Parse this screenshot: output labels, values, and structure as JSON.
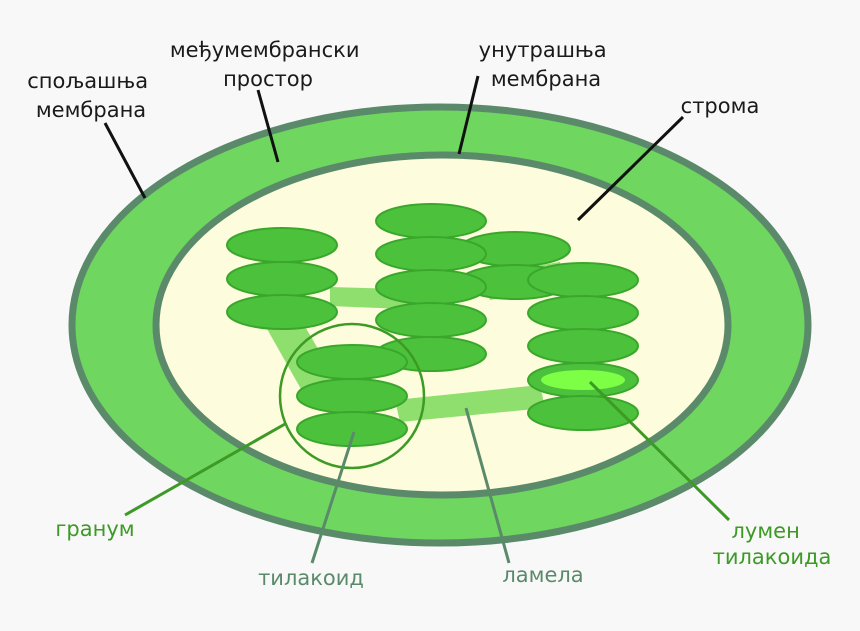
{
  "labels": {
    "outer_membrane": [
      "спољашња",
      "мембрана"
    ],
    "intermembrane_space": [
      "међумембрански",
      "простор"
    ],
    "inner_membrane": [
      "унутрашња",
      "мембрана"
    ],
    "stroma": "строма",
    "granum": "гранум",
    "thylakoid": "тилакоид",
    "lamella": "ламела",
    "thylakoid_lumen": [
      "лумен",
      "тилакоида"
    ]
  },
  "colors": {
    "background": "#f8f8f8",
    "outer_membrane_fill": "#6fd660",
    "membrane_edge": "#5a8a6a",
    "stroma_fill": "#fdfcdc",
    "thylakoid_fill": "#4cc23c",
    "thylakoid_edge": "#3aa72c",
    "lamella_fill": "#8fdf6e",
    "lumen_fill": "#7cff45",
    "label_dark": "#1a1a1a",
    "label_green": "#3c9a25",
    "label_gray": "#5a8a6a"
  }
}
